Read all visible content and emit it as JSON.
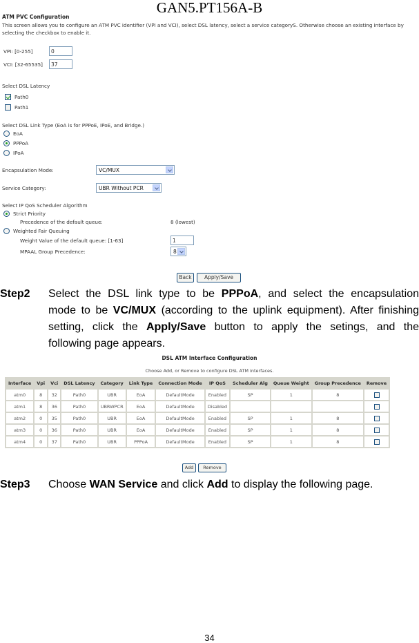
{
  "document": {
    "header": "GAN5.PT156A-B",
    "page_number": "34"
  },
  "pvc_config": {
    "title": "ATM PVC Configuration",
    "description": "This screen allows you to configure an ATM PVC identifier (VPI and VCI), select DSL latency, select a service categoryS. Otherwise choose an existing interface by selecting the checkbox to enable it.",
    "vpi": {
      "label": "VPI: [0-255]",
      "value": "0"
    },
    "vci": {
      "label": "VCI: [32-65535]",
      "value": "37"
    },
    "latency": {
      "heading": "Select DSL Latency",
      "options": [
        {
          "label": "Path0",
          "checked": true
        },
        {
          "label": "Path1",
          "checked": false
        }
      ]
    },
    "link_type": {
      "heading": "Select DSL Link Type (EoA is for PPPoE, IPoE, and Bridge.)",
      "options": [
        {
          "label": "EoA",
          "selected": false
        },
        {
          "label": "PPPoA",
          "selected": true
        },
        {
          "label": "IPoA",
          "selected": false
        }
      ]
    },
    "encapsulation": {
      "label": "Encapsulation Mode:",
      "value": "VC/MUX"
    },
    "service_category": {
      "label": "Service Category:",
      "value": "UBR Without PCR"
    },
    "qos": {
      "heading": "Select IP QoS Scheduler Algorithm",
      "strict_priority": {
        "label": "Strict Priority",
        "selected": true
      },
      "precedence_label": "Precedence of the default queue:",
      "precedence_value": "8 (lowest)",
      "wfq": {
        "label": "Weighted Fair Queuing",
        "selected": false
      },
      "weight_label": "Weight Value of the default queue: [1-63]",
      "weight_value": "1",
      "mpaal_label": "MPAAL Group Precedence:",
      "mpaal_value": "8"
    },
    "buttons": {
      "back": "Back",
      "apply_save": "Apply/Save"
    }
  },
  "step2": {
    "label": "Step2",
    "lines": [
      [
        "Select the DSL link type to be ",
        "PPPoA",
        ", and select the encapsulation"
      ],
      [
        "mode to be ",
        "VC/MUX",
        " (according to the uplink equipment). After finishing"
      ],
      [
        "setting, click the ",
        "Apply/Save",
        " button to apply the setings, and the"
      ],
      [
        "following page appears."
      ]
    ]
  },
  "atm_interfaces": {
    "title": "DSL ATM Interface Configuration",
    "subtitle": "Choose Add, or Remove to configure DSL ATM interfaces.",
    "columns": [
      "Interface",
      "Vpi",
      "Vci",
      "DSL Latency",
      "Category",
      "Link Type",
      "Connection Mode",
      "IP QoS",
      "Scheduler Alg",
      "Queue Weight",
      "Group Precedence",
      "Remove"
    ],
    "rows": [
      [
        "atm0",
        "8",
        "32",
        "Path0",
        "UBR",
        "EoA",
        "DefaultMode",
        "Enabled",
        "SP",
        "1",
        "8"
      ],
      [
        "atm1",
        "8",
        "36",
        "Path0",
        "UBRWPCR",
        "EoA",
        "DefaultMode",
        "Disabled",
        "",
        "",
        ""
      ],
      [
        "atm2",
        "0",
        "35",
        "Path0",
        "UBR",
        "EoA",
        "DefaultMode",
        "Enabled",
        "SP",
        "1",
        "8"
      ],
      [
        "atm3",
        "0",
        "36",
        "Path0",
        "UBR",
        "EoA",
        "DefaultMode",
        "Enabled",
        "SP",
        "1",
        "8"
      ],
      [
        "atm4",
        "0",
        "37",
        "Path0",
        "UBR",
        "PPPoA",
        "DefaultMode",
        "Enabled",
        "SP",
        "1",
        "8"
      ]
    ],
    "buttons": {
      "add": "Add",
      "remove": "Remove"
    }
  },
  "step3": {
    "label": "Step3",
    "parts": [
      "Choose ",
      "WAN Service",
      " and click ",
      "Add",
      " to display the following page."
    ]
  }
}
